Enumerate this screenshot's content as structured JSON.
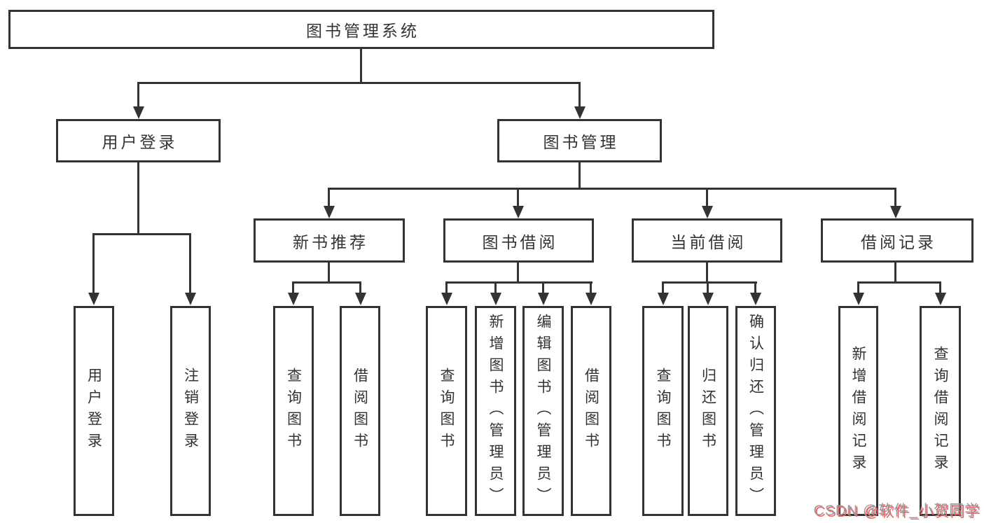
{
  "tree": {
    "root": "图书管理系统",
    "branches": [
      {
        "label": "用户登录",
        "children": [
          {
            "label": "用户登录"
          },
          {
            "label": "注销登录"
          }
        ]
      },
      {
        "label": "图书管理",
        "children": [
          {
            "label": "新书推荐",
            "children": [
              {
                "label": "查询图书"
              },
              {
                "label": "借阅图书"
              }
            ]
          },
          {
            "label": "图书借阅",
            "children": [
              {
                "label": "查询图书"
              },
              {
                "label": "新增图书（管理员）"
              },
              {
                "label": "编辑图书（管理员）"
              },
              {
                "label": "借阅图书"
              }
            ]
          },
          {
            "label": "当前借阅",
            "children": [
              {
                "label": "查询图书"
              },
              {
                "label": "归还图书"
              },
              {
                "label": "确认归还（管理员）"
              }
            ]
          },
          {
            "label": "借阅记录",
            "children": [
              {
                "label": "新增借阅记录"
              },
              {
                "label": "查询借阅记录"
              }
            ]
          }
        ]
      }
    ]
  },
  "watermark": {
    "text": "CSDN @软件_小贺同学"
  },
  "colors": {
    "line": "#333333",
    "text": "#333333",
    "node_bg": "#ffffff",
    "background": "#ffffff",
    "watermark_gray": "#9a9a9a",
    "watermark_red": "#fc5b5f"
  }
}
